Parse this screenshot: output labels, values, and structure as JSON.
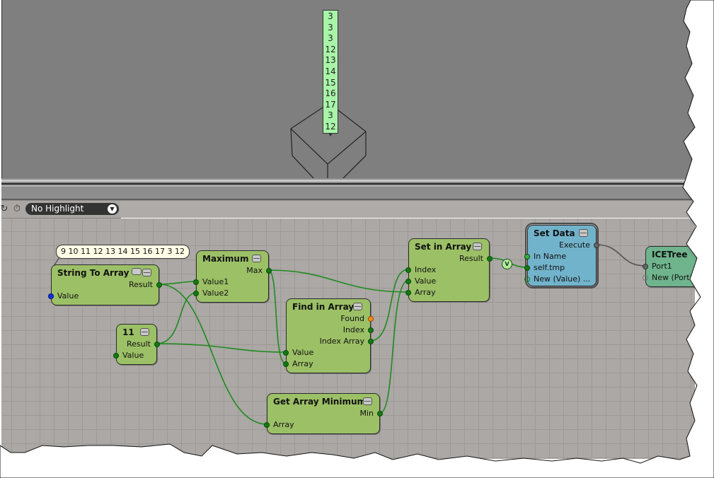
{
  "viewport": {
    "label_values": [
      "3",
      "3",
      "3",
      "12",
      "13",
      "14",
      "15",
      "16",
      "17",
      "3",
      "12"
    ],
    "label_color": "#a8f5a8"
  },
  "toolbar": {
    "icons": [
      "refresh-icon",
      "timer-target-icon"
    ],
    "highlight_select": {
      "value": "No Highlight"
    }
  },
  "graph": {
    "comment": "9 10 11 12 13 14 15 16 17 3 12",
    "nodes": {
      "string_to_array": {
        "title": "String To Array",
        "outputs": [
          "Result"
        ],
        "inputs": [
          "Value"
        ]
      },
      "constant_11": {
        "title": "11",
        "outputs": [
          "Result"
        ],
        "inputs": [
          "Value"
        ]
      },
      "maximum": {
        "title": "Maximum",
        "outputs": [
          "Max"
        ],
        "inputs": [
          "Value1",
          "Value2"
        ]
      },
      "find_in_array": {
        "title": "Find in Array",
        "outputs": [
          "Found",
          "Index",
          "Index Array"
        ],
        "inputs": [
          "Value",
          "Array"
        ]
      },
      "get_array_minimum": {
        "title": "Get Array Minimum",
        "outputs": [
          "Min"
        ],
        "inputs": [
          "Array"
        ]
      },
      "set_in_array": {
        "title": "Set in Array",
        "outputs": [
          "Result"
        ],
        "inputs": [
          "Index",
          "Value",
          "Array"
        ]
      },
      "set_data": {
        "title": "Set Data",
        "outputs": [
          "Execute"
        ],
        "inputs": [
          "In Name",
          "self.tmp",
          "New (Value) ..."
        ]
      },
      "ice_tree": {
        "title": "ICETree",
        "inputs": [
          "Port1",
          "New (Port)"
        ]
      }
    },
    "converter_badge": "V",
    "colors": {
      "node_green": "#9cc066",
      "node_blue": "#72b3cc",
      "node_teal": "#6fb48d",
      "wire": "#1f8a1f"
    }
  }
}
